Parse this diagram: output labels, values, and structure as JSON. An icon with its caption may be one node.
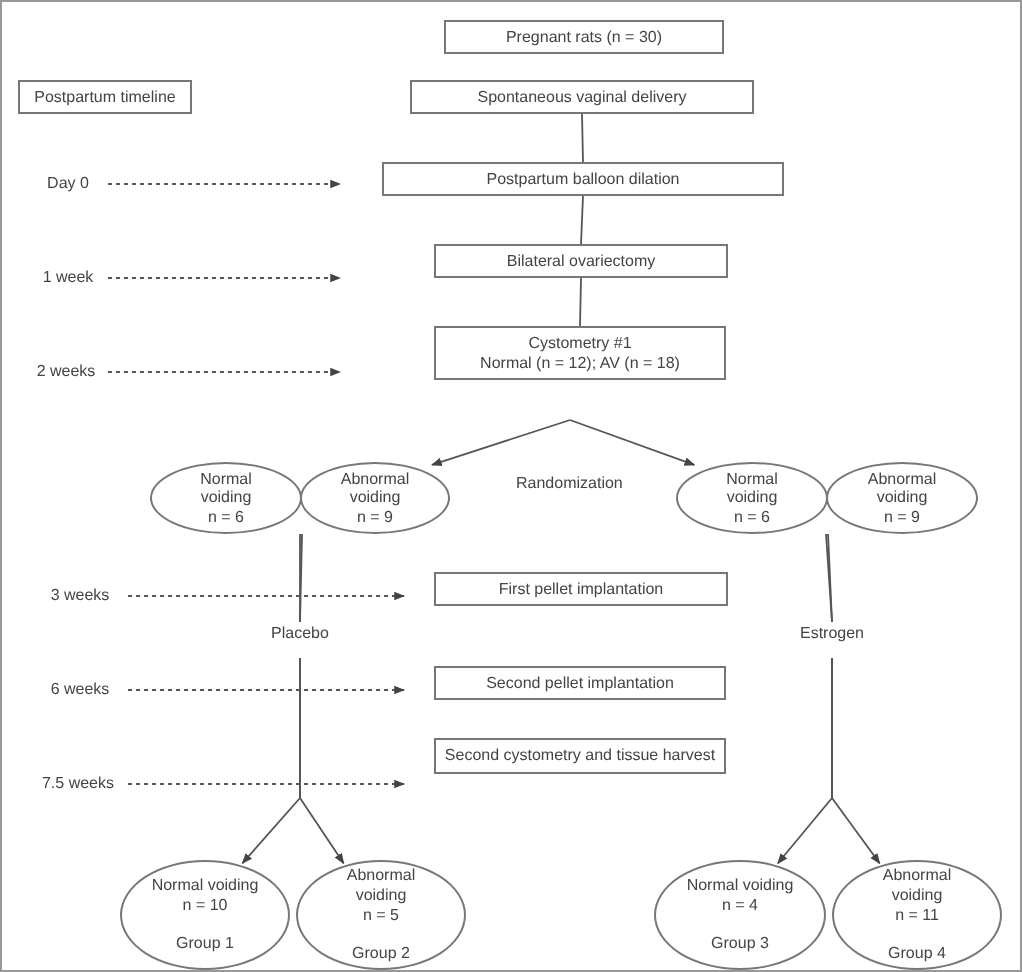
{
  "diagram": {
    "nodes": [
      {
        "text": [
          "Pregnant rats (n = 30)"
        ]
      },
      {
        "text": [
          "Postpartum timeline"
        ]
      },
      {
        "text": [
          "Spontaneous vaginal delivery"
        ]
      },
      {
        "text": [
          "Day 0"
        ]
      },
      {
        "text": [
          "Postpartum balloon dilation"
        ]
      },
      {
        "text": [
          "1 week"
        ]
      },
      {
        "text": [
          "Bilateral ovariectomy"
        ]
      },
      {
        "text": [
          "2 weeks"
        ]
      },
      {
        "text": [
          "Cystometry #1",
          "Normal (n = 12); AV (n = 18)"
        ]
      },
      {
        "text": [
          "Normal voiding",
          "n = 6"
        ]
      },
      {
        "text": [
          "Abnormal voiding",
          "n = 9"
        ]
      },
      {
        "text": [
          "Normal voiding",
          "n = 6"
        ]
      },
      {
        "text": [
          "Abnormal voiding",
          "n = 9"
        ]
      },
      {
        "text": [
          "3 weeks"
        ]
      },
      {
        "text": [
          "First pellet implantation"
        ]
      },
      {
        "text": [
          "Placebo"
        ]
      },
      {
        "text": [
          "Estrogen"
        ]
      },
      {
        "text": [
          "6 weeks"
        ]
      },
      {
        "text": [
          "Second pellet implantation"
        ]
      },
      {
        "text": [
          "Second cystometry and tissue harvest"
        ]
      },
      {
        "text": [
          "7.5 weeks"
        ]
      },
      {
        "text": [
          "Normal voiding",
          "n = 10",
          "Group 1"
        ]
      },
      {
        "text": [
          "Abnormal voiding",
          "n = 5",
          "Group 2"
        ]
      },
      {
        "text": [
          "Normal voiding",
          "n = 4",
          "Group 3"
        ]
      },
      {
        "text": [
          "Abnormal voiding",
          "n = 11",
          "Group 4"
        ]
      }
    ],
    "edges": [
      {
        "from": 2,
        "to": 4,
        "arrow": "none"
      },
      {
        "from": 3,
        "to": 4,
        "arrow": "to",
        "style": "dashed"
      },
      {
        "from": 4,
        "to": 6,
        "arrow": "none"
      },
      {
        "from": 5,
        "to": null,
        "arrow": "to",
        "style": "dashed"
      },
      {
        "from": 6,
        "to": 8,
        "arrow": "none"
      },
      {
        "from": 7,
        "to": null,
        "arrow": "to",
        "style": "dashed"
      },
      {
        "from": null,
        "to": 10,
        "arrow": "to"
      },
      {
        "from": null,
        "to": 11,
        "arrow": "to"
      },
      {
        "from": 9,
        "to": 15,
        "arrow": "none"
      },
      {
        "from": 10,
        "to": 15,
        "arrow": "none"
      },
      {
        "from": 11,
        "to": 16,
        "arrow": "none"
      },
      {
        "from": 12,
        "to": 16,
        "arrow": "none"
      },
      {
        "from": 13,
        "to": 14,
        "arrow": "to",
        "style": "dashed"
      },
      {
        "from": 17,
        "to": 18,
        "arrow": "to",
        "style": "dashed"
      },
      {
        "from": 20,
        "to": 19,
        "arrow": "to",
        "style": "dashed"
      },
      {
        "from": 15,
        "to": 21,
        "arrow": "to"
      },
      {
        "from": 15,
        "to": 22,
        "arrow": "to"
      },
      {
        "from": 16,
        "to": 23,
        "arrow": "to"
      },
      {
        "from": 16,
        "to": 24,
        "arrow": "to"
      }
    ],
    "labels": [
      "Randomization"
    ]
  }
}
